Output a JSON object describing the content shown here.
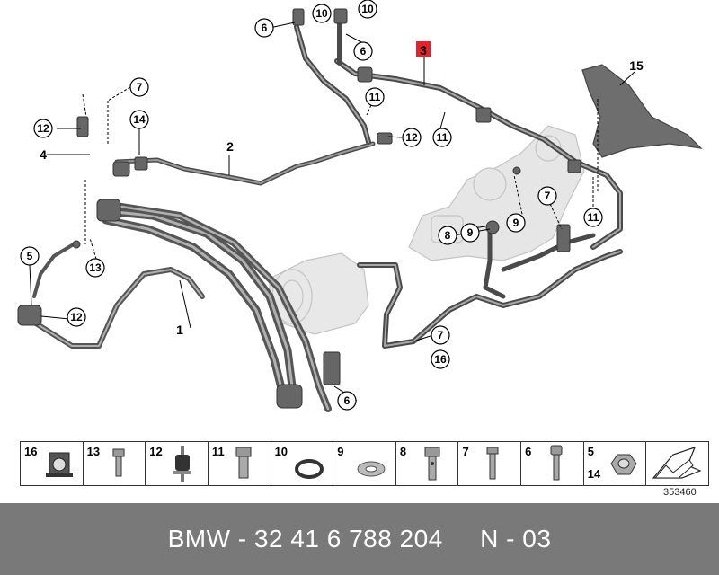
{
  "callouts": {
    "c1": "1",
    "c2": "2",
    "c3": "3",
    "c4": "4",
    "c5": "5",
    "c6a": "6",
    "c6b": "6",
    "c6c": "6",
    "c7a": "7",
    "c7b": "7",
    "c7c": "7",
    "c8": "8",
    "c9a": "9",
    "c9b": "9",
    "c10a": "10",
    "c10b": "10",
    "c11a": "11",
    "c11b": "11",
    "c11c": "11",
    "c12a": "12",
    "c12b": "12",
    "c12c": "12",
    "c13": "13",
    "c14": "14",
    "c15": "15",
    "c16": "16"
  },
  "highlight_color": "#e8202a",
  "parts": [
    {
      "number": "16",
      "icon": "bracket-clamp-icon"
    },
    {
      "number": "13",
      "icon": "bolt-icon"
    },
    {
      "number": "12",
      "icon": "rubber-mount-icon"
    },
    {
      "number": "11",
      "icon": "hex-bolt-icon"
    },
    {
      "number": "10",
      "icon": "o-ring-icon"
    },
    {
      "number": "9",
      "icon": "sealing-washer-icon"
    },
    {
      "number": "8",
      "icon": "banjo-bolt-icon"
    },
    {
      "number": "7",
      "icon": "screw-icon"
    },
    {
      "number": "6",
      "icon": "socket-screw-icon"
    },
    {
      "number": "5",
      "number2": "14",
      "icon": "hex-nut-icon"
    },
    {
      "number": "",
      "icon": "arrow-icon"
    }
  ],
  "image_id": "353460",
  "footer": {
    "text": "BMW - 32 41 6 788 204     N - 03"
  }
}
